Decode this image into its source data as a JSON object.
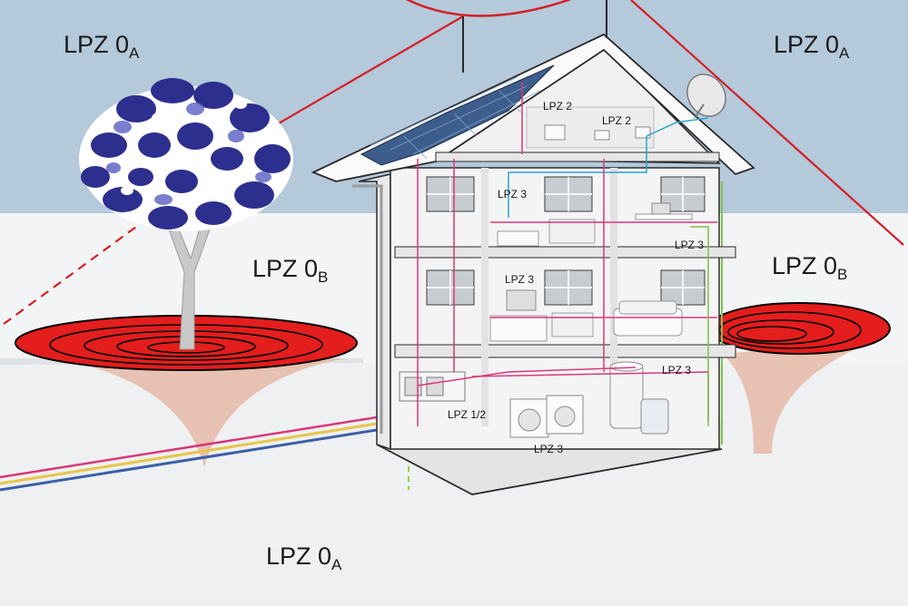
{
  "zones": {
    "outer_top_left": {
      "main": "LPZ 0",
      "sub": "A"
    },
    "outer_top_right": {
      "main": "LPZ 0",
      "sub": "A"
    },
    "mid_left": {
      "main": "LPZ 0",
      "sub": "B"
    },
    "mid_right": {
      "main": "LPZ 0",
      "sub": "B"
    },
    "ground_bottom": {
      "main": "LPZ 0",
      "sub": "A"
    }
  },
  "rooms": {
    "attic_left": "LPZ 2",
    "attic_right": "LPZ 2",
    "floor2_center": "LPZ 3",
    "floor2_right": "LPZ 3",
    "floor1_center": "LPZ 3",
    "basement_right": "LPZ 3",
    "basement_left": "LPZ 1/2",
    "basement_bottom": "LPZ 3"
  },
  "colors": {
    "sky": "#b4c9da",
    "ground": "#eef0f1",
    "lightning_red": "#d41f26",
    "house_wall": "#f4f4f4",
    "tree_blue": "#2d2f8f",
    "cable_pink": "#d9377a",
    "cable_blue": "#2aa3c8",
    "cable_yellow": "#e7c64a",
    "cable_green": "#7cc24a"
  },
  "icons": [
    "tree-icon",
    "satellite-dish-icon",
    "solar-panel-icon",
    "washing-machine-icon",
    "dryer-icon",
    "sofa-icon",
    "tv-icon",
    "boiler-icon",
    "distribution-board-icon"
  ]
}
